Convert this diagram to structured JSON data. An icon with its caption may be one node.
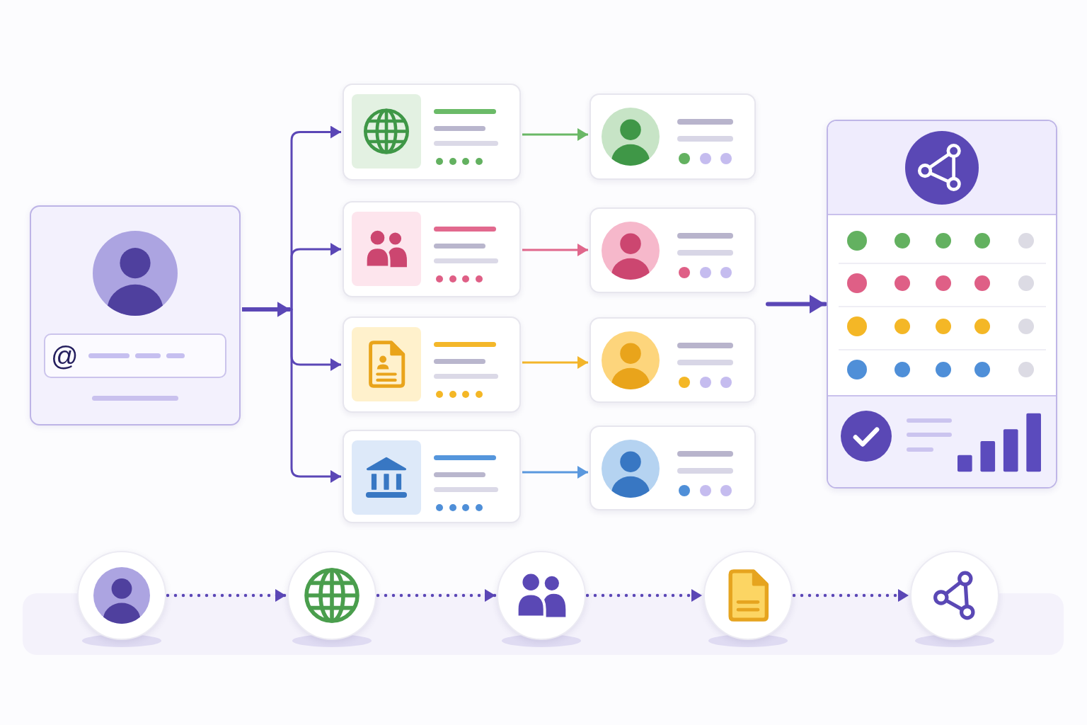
{
  "diagram": {
    "nodes": [
      {
        "text": [],
        "shape": "box"
      },
      {
        "text": [
          "@"
        ],
        "in": 0
      },
      {
        "text": [],
        "shape": "box"
      },
      {
        "text": [],
        "shape": "box"
      },
      {
        "text": [],
        "shape": "box"
      },
      {
        "text": [],
        "shape": "box"
      },
      {
        "text": [],
        "shape": "box"
      },
      {
        "text": [],
        "shape": "box"
      },
      {
        "text": [],
        "shape": "box"
      },
      {
        "text": [],
        "shape": "box"
      },
      {
        "text": [],
        "shape": "box"
      },
      {
        "text": [],
        "shape": "circle"
      },
      {
        "text": [],
        "shape": "circle"
      },
      {
        "text": [],
        "shape": "circle"
      },
      {
        "text": [],
        "shape": "circle"
      },
      {
        "text": [],
        "shape": "circle"
      }
    ],
    "edges": [
      {
        "from": 0,
        "to": 2,
        "arrow": "to"
      },
      {
        "from": 0,
        "to": 3,
        "arrow": "to"
      },
      {
        "from": 0,
        "to": 4,
        "arrow": "to"
      },
      {
        "from": 0,
        "to": 5,
        "arrow": "to"
      },
      {
        "from": 2,
        "to": 6,
        "arrow": "to",
        "color": "#6ab866"
      },
      {
        "from": 3,
        "to": 7,
        "arrow": "to",
        "color": "#e0678c"
      },
      {
        "from": 4,
        "to": 8,
        "arrow": "to",
        "color": "#f3b52a"
      },
      {
        "from": 5,
        "to": 9,
        "arrow": "to",
        "color": "#5a98de"
      },
      {
        "from": null,
        "to": 10,
        "arrow": "to",
        "style": "thick"
      },
      {
        "from": 11,
        "to": 12,
        "arrow": "to",
        "style": "dashed"
      },
      {
        "from": 12,
        "to": 13,
        "arrow": "to",
        "style": "dashed"
      },
      {
        "from": 13,
        "to": 14,
        "arrow": "to",
        "style": "dashed"
      },
      {
        "from": 14,
        "to": 15,
        "arrow": "to",
        "style": "dashed"
      }
    ]
  }
}
